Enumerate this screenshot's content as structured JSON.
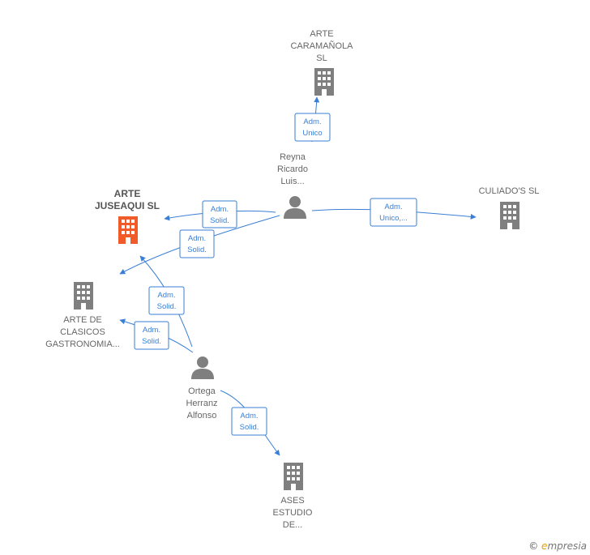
{
  "colors": {
    "company_icon": "#7f7f7f",
    "company_main_icon": "#f15a29",
    "person_icon": "#7f7f7f",
    "edge": "#3a7fd5",
    "label": "#666666"
  },
  "nodes": [
    {
      "id": "arte_caramanola",
      "kind": "company",
      "icon": "building-icon",
      "lines": [
        "ARTE",
        "CARAMAÑOLA",
        "SL"
      ]
    },
    {
      "id": "culiados",
      "kind": "company",
      "icon": "building-icon",
      "lines": [
        "CULIADO'S SL"
      ]
    },
    {
      "id": "arte_juseaqui",
      "kind": "company-main",
      "icon": "building-icon",
      "lines": [
        "ARTE",
        "JUSEAQUI SL"
      ]
    },
    {
      "id": "arte_clasicos",
      "kind": "company",
      "icon": "building-icon",
      "lines": [
        "ARTE DE",
        "CLASICOS",
        "GASTRONOMIA..."
      ]
    },
    {
      "id": "ases_estudio",
      "kind": "company",
      "icon": "building-icon",
      "lines": [
        "ASES",
        "ESTUDIO",
        "DE..."
      ]
    },
    {
      "id": "reyna",
      "kind": "person",
      "icon": "person-icon",
      "lines": [
        "Reyna",
        "Ricardo",
        "Luis..."
      ]
    },
    {
      "id": "ortega",
      "kind": "person",
      "icon": "person-icon",
      "lines": [
        "Ortega",
        "Herranz",
        "Alfonso"
      ]
    }
  ],
  "edges": [
    {
      "id": "reyna-caramanola",
      "lines": [
        "Adm.",
        "Unico"
      ]
    },
    {
      "id": "reyna-juseaqui",
      "lines": [
        "Adm.",
        "Solid."
      ]
    },
    {
      "id": "reyna-clasicos",
      "lines": [
        "Adm.",
        "Solid."
      ]
    },
    {
      "id": "reyna-culiados",
      "lines": [
        "Adm.",
        "Unico,..."
      ]
    },
    {
      "id": "ortega-juseaqui",
      "lines": [
        "Adm.",
        "Solid."
      ]
    },
    {
      "id": "ortega-clasicos",
      "lines": [
        "Adm.",
        "Solid."
      ]
    },
    {
      "id": "ortega-ases",
      "lines": [
        "Adm.",
        "Solid."
      ]
    }
  ],
  "footer": {
    "copyright": "©",
    "brand_first": "e",
    "brand_rest": "mpresia"
  }
}
